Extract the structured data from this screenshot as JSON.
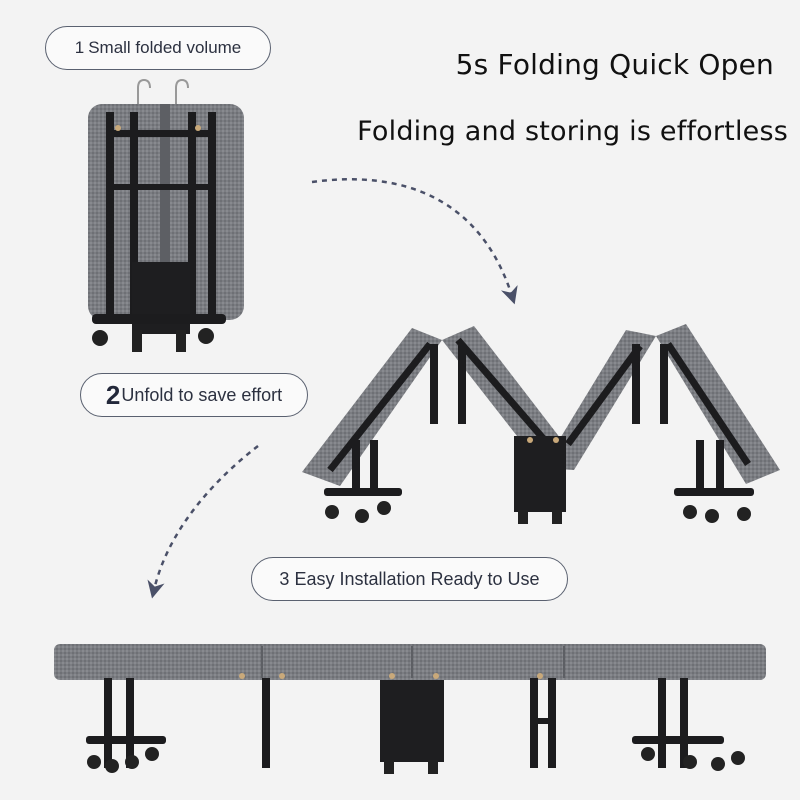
{
  "headline": {
    "line1": "5s Folding Quick Open",
    "line2": "Folding and storing is effortless"
  },
  "steps": [
    {
      "number": "1",
      "label": "Small folded volume"
    },
    {
      "number": "2",
      "label": "Unfold to save effort"
    },
    {
      "number": "3",
      "label": "Easy Installation Ready to Use"
    }
  ],
  "colors": {
    "background": "#f3f3f3",
    "fabric": "#7b7d82",
    "frame": "#1c1c1e",
    "arrow": "#4a5068"
  }
}
